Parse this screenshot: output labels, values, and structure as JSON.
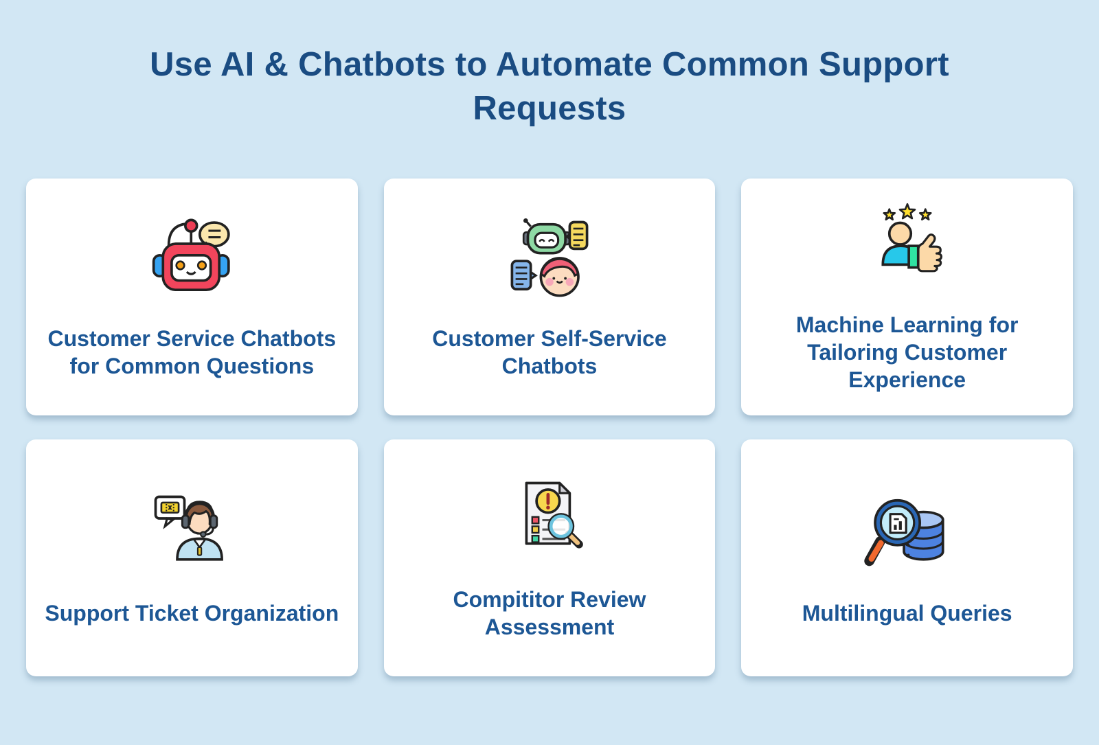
{
  "page": {
    "title": "Use AI & Chatbots to Automate Common Support Requests"
  },
  "colors": {
    "background": "#d2e7f4",
    "card_background": "#ffffff",
    "title_text": "#1a4c82",
    "card_label_text": "#1d5795"
  },
  "cards": [
    {
      "label": "Customer Service Chatbots for Common Questions",
      "icon": "customer-service-chatbot-icon"
    },
    {
      "label": "Customer Self-Service Chatbots",
      "icon": "self-service-chatbot-icon"
    },
    {
      "label": "Machine Learning for Tailoring Customer Experience",
      "icon": "machine-learning-thumbs-up-icon"
    },
    {
      "label": "Support Ticket Organization",
      "icon": "support-agent-ticket-icon"
    },
    {
      "label": "Compititor Review Assessment",
      "icon": "review-document-magnifier-icon"
    },
    {
      "label": "Multilingual Queries",
      "icon": "search-database-icon"
    }
  ]
}
